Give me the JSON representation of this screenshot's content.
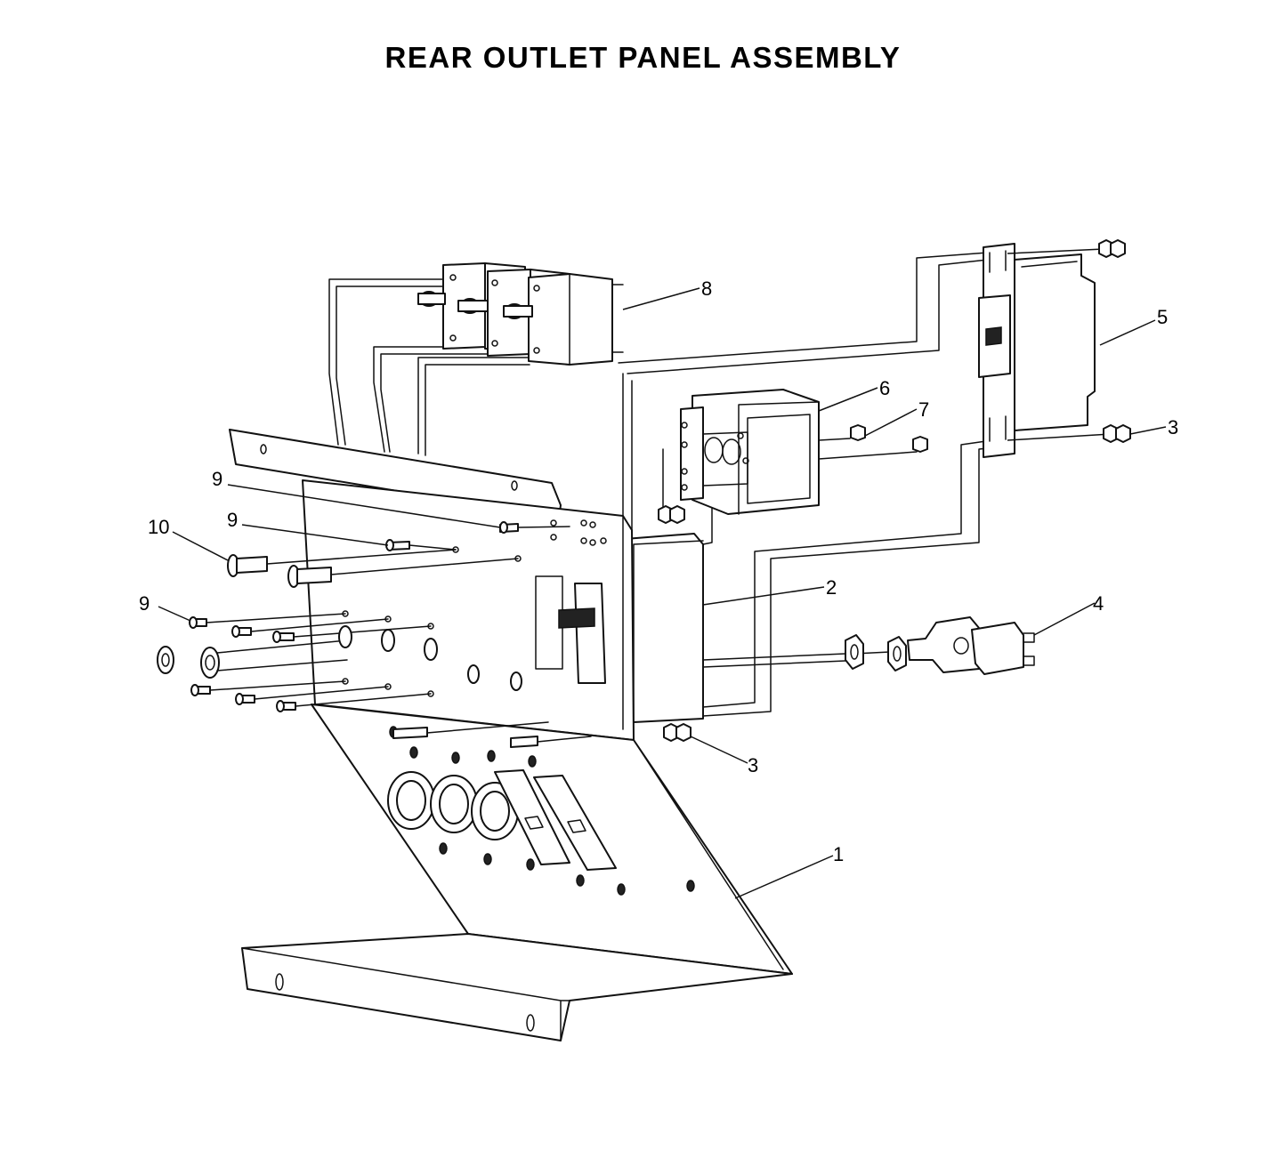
{
  "title": "REAR OUTLET PANEL ASSEMBLY",
  "callouts": {
    "c1": "1",
    "c2": "2",
    "c3a": "3",
    "c3b": "3",
    "c4": "4",
    "c5": "5",
    "c6": "6",
    "c7": "7",
    "c8": "8",
    "c9a": "9",
    "c9b": "9",
    "c9c": "9",
    "c10": "10"
  }
}
